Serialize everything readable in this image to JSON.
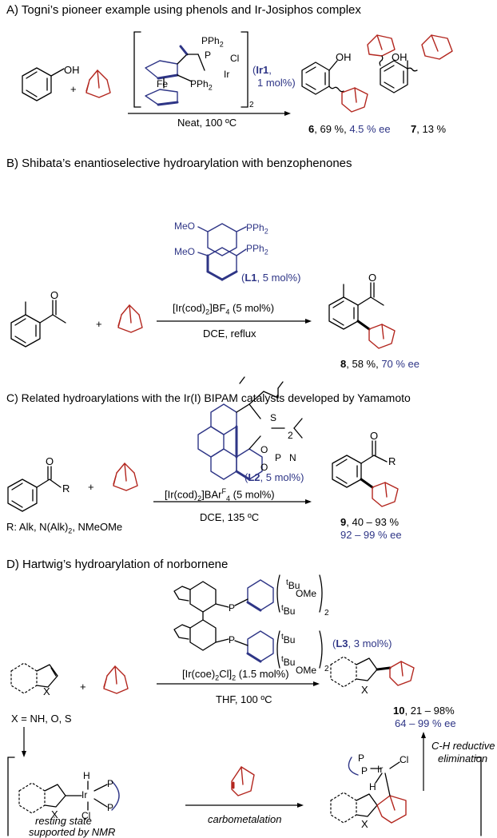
{
  "sectionA": {
    "title": "A) Togni’s pioneer example using phenols and Ir-Josiphos complex",
    "oh": "OH",
    "plus": "+",
    "ph2_top": "PPh",
    "ph2_top_sub": "2",
    "ph2_bottom": "PPh",
    "ph2_bottom_sub": "2",
    "p_label": "P",
    "ir_label": "Ir",
    "cl_label": "Cl",
    "fe_label": "Fe",
    "dimer_sub": "2",
    "catalyst": "Ir1",
    "loading": "1 mol%)",
    "conditions": "Neat, 100 ºC",
    "product6_num": "6",
    "product6_yield": ", 69 %, ",
    "product6_ee": "4.5 % ee",
    "product7_num": "7",
    "product7_yield": ", 13 %",
    "oh2": "OH"
  },
  "sectionB": {
    "title": "B) Shibata’s enantioselective hydroarylation with benzophenones",
    "meo1": "MeO",
    "meo2": "MeO",
    "pph2_1": "PPh",
    "pph2_2": "PPh",
    "sub2": "2",
    "ligand": "L1",
    "ligand_loading": ", 5 mol%)",
    "catalyst": "[Ir(cod)",
    "catalyst_sub": "2",
    "catalyst_rest": "]BF",
    "catalyst_sub2": "4",
    "catalyst_loading": " (5 mol%)",
    "conditions": "DCE, reflux",
    "o_label": "O",
    "plus": "+",
    "product_num": "8",
    "product_yield": ", 58 %, ",
    "product_ee": "70 % ee"
  },
  "sectionC": {
    "title": "C) Related hydroarylations with the Ir(I) BIPAM catalysts developed by Yamamoto",
    "s_label": "S",
    "two": "2",
    "o_top": "O",
    "o_bottom": "O",
    "p_label": "P",
    "n_label": "N",
    "ligand": "L2",
    "ligand_loading": ", 5 mol%)",
    "catalyst": "[Ir(cod)",
    "catalyst_sub": "2",
    "catalyst_rest": "]BAr",
    "catalyst_sup": "F",
    "catalyst_sub2": "4",
    "catalyst_loading": " (5 mol%)",
    "conditions": "DCE, 135 ºC",
    "o_label": "O",
    "r_label": "R",
    "plus": "+",
    "r_def": "R: Alk, N(Alk)",
    "r_def_sub": "2",
    "r_def_rest": ", NMeOMe",
    "product_num": "9",
    "product_yield": ", 40 – 93 %",
    "product_ee": "92 – 99 % ee"
  },
  "sectionD": {
    "title": "D) Hartwig’s hydroarylation of norbornene",
    "tbu": "tBu",
    "ome": "OMe",
    "p_label": "P",
    "two": "2",
    "ligand": "L3",
    "ligand_loading": ", 3 mol%)",
    "catalyst": "[Ir(coe)",
    "catalyst_sub": "2",
    "catalyst_rest": "Cl]",
    "catalyst_sub2": "2",
    "catalyst_loading": " (1.5 mol%)",
    "conditions": "THF, 100 ºC",
    "x_label": "X",
    "plus": "+",
    "x_def": "X = NH, O, S",
    "product_num": "10",
    "product_yield": ", 21 – 98%",
    "product_ee": "64 – 99 % ee",
    "ch_label_1": "C-H reductive",
    "ch_label_2": "elimination",
    "carbometalation": "carbometalation",
    "resting_1": "resting state",
    "resting_2": "supported by NMR",
    "h_label": "H",
    "ir_label": "Ir",
    "cl_label": "Cl"
  }
}
